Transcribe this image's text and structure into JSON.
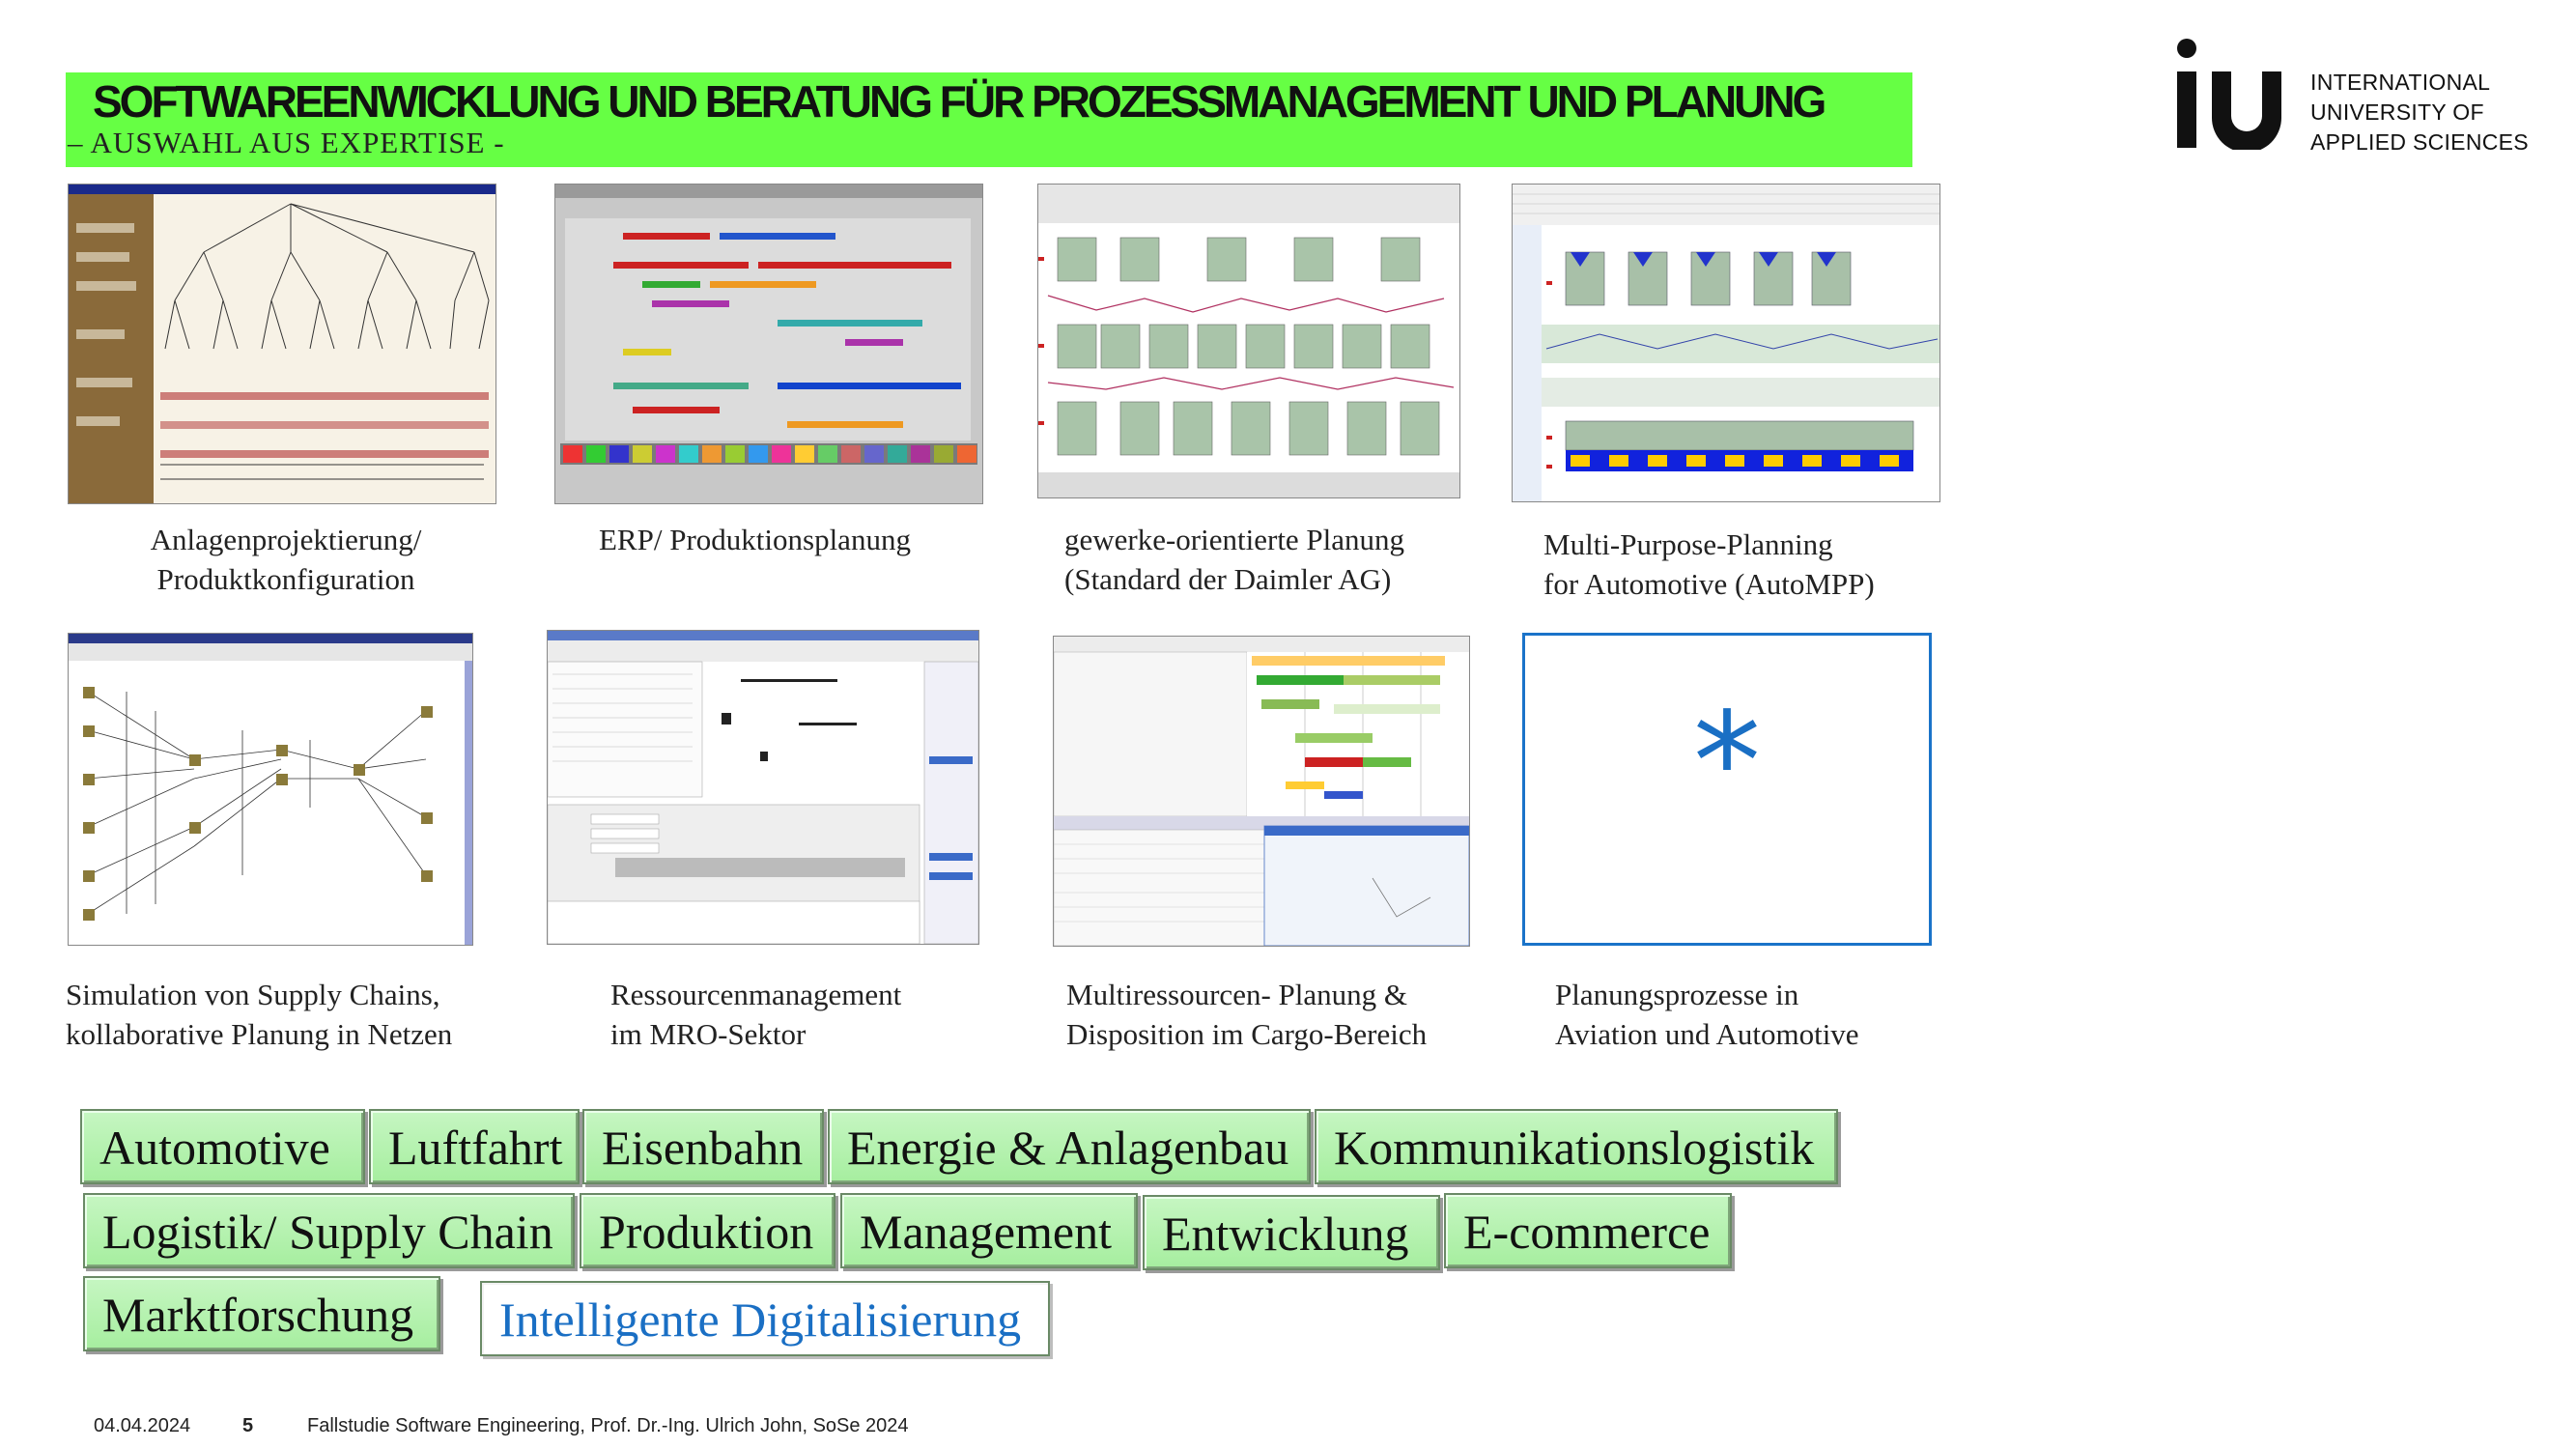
{
  "header": {
    "title": "SOFTWAREENWICKLUNG UND BERATUNG FÜR PROZESSMANAGEMENT UND PLANUNG",
    "subtitle": "– AUSWAHL AUS EXPERTISE -"
  },
  "logo": {
    "mark": "iu",
    "line1": "INTERNATIONAL",
    "line2": "UNIVERSITY OF",
    "line3": "APPLIED SCIENCES"
  },
  "thumbs": [
    {
      "icon": "tree-configurator-screenshot",
      "caption_l1": "Anlagenprojektierung/",
      "caption_l2": "Produktkonfiguration"
    },
    {
      "icon": "gantt-erp-screenshot",
      "caption_l1": "ERP/ Produktionsplanung",
      "caption_l2": ""
    },
    {
      "icon": "trade-planning-screenshot",
      "caption_l1": "gewerke-orientierte Planung",
      "caption_l2": "(Standard der Daimler AG)"
    },
    {
      "icon": "automotive-mpp-screenshot",
      "caption_l1": "Multi-Purpose-Planning",
      "caption_l2": "for Automotive (AutoMPP)"
    },
    {
      "icon": "supply-chain-network-screenshot",
      "caption_l1": "Simulation von Supply Chains,",
      "caption_l2": "kollaborative Planung in Netzen"
    },
    {
      "icon": "resource-mro-screenshot",
      "caption_l1": "Ressourcenmanagement",
      "caption_l2": "im MRO-Sektor"
    },
    {
      "icon": "cargo-multiresource-screenshot",
      "caption_l1": "Multiressourcen- Planung &",
      "caption_l2": "Disposition im Cargo-Bereich"
    },
    {
      "icon": "asterisk-placeholder",
      "caption_l1": "Planungsprozesse in",
      "caption_l2": "Aviation und Automotive"
    }
  ],
  "placeholder": {
    "symbol": "*"
  },
  "tags": [
    "Automotive",
    "Luftfahrt",
    "Eisenbahn",
    "Energie & Anlagenbau",
    "Kommunikationslogistik",
    "Logistik/ Supply Chain",
    "Produktion",
    "Management",
    "Entwicklung",
    "E-commerce",
    "Marktforschung",
    "Intelligente Digitalisierung"
  ],
  "colors": {
    "title_bar": "#66ff44",
    "tag_fill": "#b3f2ad",
    "accent_blue": "#1a6fc4"
  },
  "footer": {
    "date": "04.04.2024",
    "page": "5",
    "text": "Fallstudie Software Engineering, Prof. Dr.-Ing. Ulrich John, SoSe 2024"
  }
}
